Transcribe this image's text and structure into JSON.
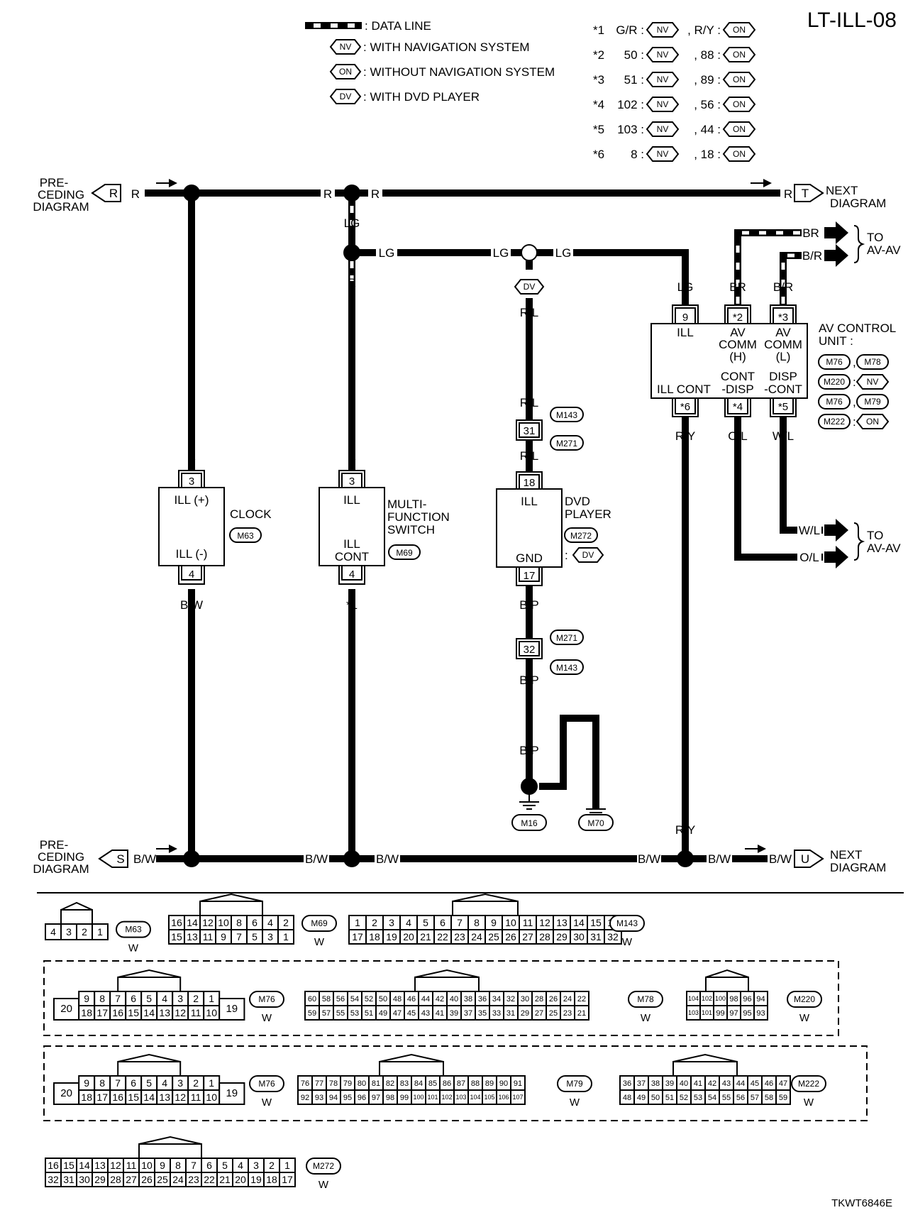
{
  "title": "LT-ILL-08",
  "code": "TKWT6846E",
  "legend": {
    "data_line": ": DATA LINE",
    "nv_tag": "NV",
    "nv_text": ": WITH NAVIGATION SYSTEM",
    "on_tag": "ON",
    "on_text": ": WITHOUT NAVIGATION SYSTEM",
    "dv_tag": "DV",
    "dv_text": ": WITH DVD PLAYER"
  },
  "notes": [
    {
      "mark": "*1",
      "a": "G/R :",
      "b": ", R/Y :"
    },
    {
      "mark": "*2",
      "a": "50 :",
      "b": ",  88 :"
    },
    {
      "mark": "*3",
      "a": "51 :",
      "b": ",  89 :"
    },
    {
      "mark": "*4",
      "a": "102 :",
      "b": ",  56 :"
    },
    {
      "mark": "*5",
      "a": "103 :",
      "b": ",  44 :"
    },
    {
      "mark": "*6",
      "a": "8 :",
      "b": ",  18 :"
    }
  ],
  "arrows": {
    "r": "R",
    "t": "T",
    "s": "S",
    "u": "U",
    "preceding": [
      "PRE-",
      "CEDING",
      "DIAGRAM"
    ],
    "next": [
      "NEXT",
      "DIAGRAM"
    ],
    "to_av": [
      "TO",
      "AV-AV"
    ]
  },
  "wires": {
    "R": "R",
    "LG": "LG",
    "RL": "R/L",
    "BW": "B/W",
    "BP": "B/P",
    "B": "B",
    "RY": "R/Y",
    "BR": "BR",
    "B_R": "B/R",
    "OL": "O/L",
    "WL": "W/L",
    "star1": "*1"
  },
  "clock": {
    "name": "CLOCK",
    "conn": "M63",
    "pin_top": "3",
    "pin_bot": "4",
    "ill_plus": "ILL (+)",
    "ill_minus": "ILL (-)"
  },
  "mfs": {
    "name": [
      "MULTI-",
      "FUNCTION",
      "SWITCH"
    ],
    "conn": "M69",
    "pin_top": "3",
    "pin_bot": "4",
    "ill": "ILL",
    "cont": [
      "ILL",
      "CONT"
    ]
  },
  "dvd": {
    "name": [
      "DVD",
      "PLAYER"
    ],
    "conn": "M272",
    "pin_top": "18",
    "pin_bot": "17",
    "ill": "ILL",
    "gnd": "GND",
    "cond": "DV"
  },
  "jc": {
    "top_pin": "31",
    "bot_pin": "32",
    "c1": "M143",
    "c2": "M271"
  },
  "grounds": {
    "g1": "M16",
    "g2": "M70"
  },
  "avcu": {
    "title": [
      "AV CONTROL",
      "UNIT :"
    ],
    "conns": [
      "M76",
      "M78",
      "M220",
      "NV",
      "M76",
      "M79",
      "M222",
      "ON"
    ],
    "top_pins": [
      "9",
      "*2",
      "*3"
    ],
    "top_labels": [
      "ILL",
      "AV",
      "COMM",
      "(H)",
      "AV",
      "COMM",
      "(L)"
    ],
    "bot_pins": [
      "*6",
      "*4",
      "*5"
    ],
    "bot_labels": [
      "ILL CONT",
      "CONT",
      "-DISP",
      "DISP",
      "-CONT"
    ]
  },
  "connectors": {
    "M63": {
      "label": "M63",
      "color": "W",
      "rows": [
        [
          "4",
          "3",
          "2",
          "1"
        ]
      ]
    },
    "M69": {
      "label": "M69",
      "color": "W",
      "rows": [
        [
          "16",
          "14",
          "12",
          "10",
          "8",
          "6",
          "4",
          "2"
        ],
        [
          "15",
          "13",
          "11",
          "9",
          "7",
          "5",
          "3",
          "1"
        ]
      ]
    },
    "M143": {
      "label": "M143",
      "color": "W",
      "rows": [
        [
          "1",
          "2",
          "3",
          "4",
          "5",
          "6",
          "7",
          "8",
          "9",
          "10",
          "11",
          "12",
          "13",
          "14",
          "15",
          "16"
        ],
        [
          "17",
          "18",
          "19",
          "20",
          "21",
          "22",
          "23",
          "24",
          "25",
          "26",
          "27",
          "28",
          "29",
          "30",
          "31",
          "32"
        ]
      ]
    },
    "M76a": {
      "label": "M76",
      "color": "W",
      "rows": [
        [
          "9",
          "8",
          "7",
          "6",
          "5",
          "4",
          "3",
          "2",
          "1"
        ],
        [
          "18",
          "17",
          "16",
          "15",
          "14",
          "13",
          "12",
          "11",
          "10"
        ]
      ],
      "left": "20",
      "right": "19"
    },
    "M78": {
      "label": "M78",
      "color": "W",
      "rows": [
        [
          "60",
          "58",
          "56",
          "54",
          "52",
          "50",
          "48",
          "46",
          "44",
          "42",
          "40",
          "38",
          "36",
          "34",
          "32",
          "30",
          "28",
          "26",
          "24",
          "22"
        ],
        [
          "59",
          "57",
          "55",
          "53",
          "51",
          "49",
          "47",
          "45",
          "43",
          "41",
          "39",
          "37",
          "35",
          "33",
          "31",
          "29",
          "27",
          "25",
          "23",
          "21"
        ]
      ]
    },
    "M220": {
      "label": "M220",
      "color": "W",
      "rows": [
        [
          "104",
          "102",
          "100",
          "98",
          "96",
          "94"
        ],
        [
          "103",
          "101",
          "99",
          "97",
          "95",
          "93"
        ]
      ]
    },
    "M76b": {
      "label": "M76",
      "color": "W",
      "rows": [
        [
          "9",
          "8",
          "7",
          "6",
          "5",
          "4",
          "3",
          "2",
          "1"
        ],
        [
          "18",
          "17",
          "16",
          "15",
          "14",
          "13",
          "12",
          "11",
          "10"
        ]
      ],
      "left": "20",
      "right": "19"
    },
    "M79": {
      "label": "M79",
      "color": "W",
      "rows": [
        [
          "76",
          "77",
          "78",
          "79",
          "80",
          "81",
          "82",
          "83",
          "84",
          "85",
          "86",
          "87",
          "88",
          "89",
          "90",
          "91"
        ],
        [
          "92",
          "93",
          "94",
          "95",
          "96",
          "97",
          "98",
          "99",
          "100",
          "101",
          "102",
          "103",
          "104",
          "105",
          "106",
          "107"
        ]
      ]
    },
    "M222": {
      "label": "M222",
      "color": "W",
      "rows": [
        [
          "36",
          "37",
          "38",
          "39",
          "40",
          "41",
          "42",
          "43",
          "44",
          "45",
          "46",
          "47"
        ],
        [
          "48",
          "49",
          "50",
          "51",
          "52",
          "53",
          "54",
          "55",
          "56",
          "57",
          "58",
          "59"
        ]
      ]
    },
    "M272": {
      "label": "M272",
      "color": "W",
      "rows": [
        [
          "16",
          "15",
          "14",
          "13",
          "12",
          "11",
          "10",
          "9",
          "8",
          "7",
          "6",
          "5",
          "4",
          "3",
          "2",
          "1"
        ],
        [
          "32",
          "31",
          "30",
          "29",
          "28",
          "27",
          "26",
          "25",
          "24",
          "23",
          "22",
          "21",
          "20",
          "19",
          "18",
          "17"
        ]
      ]
    }
  }
}
